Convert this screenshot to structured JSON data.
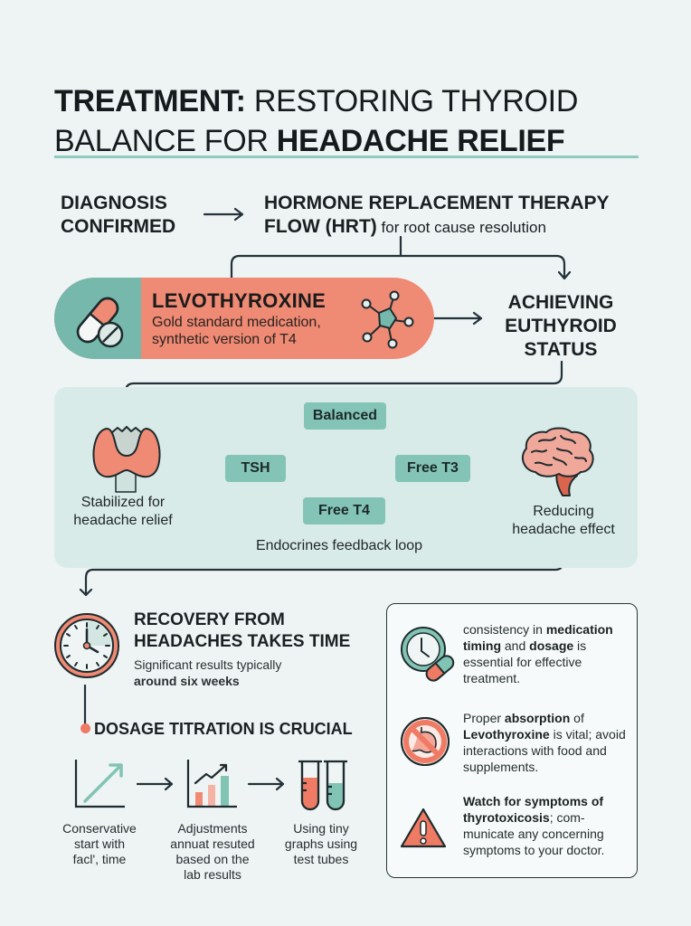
{
  "title": {
    "bold_part_1": "TREATMENT:",
    "regular_part_1": " RESTORING THYROID",
    "regular_part_2": "BALANCE FOR ",
    "bold_part_2": "HEADACHE RELIEF"
  },
  "flow": {
    "diagnosis": {
      "line1": "DIAGNOSIS",
      "line2": "CONFIRMED"
    },
    "hrt": {
      "line1": "HORMONE REPLACEMENT THERAPY",
      "line2_bold": "FLOW (HRT)",
      "line2_regular": " for root cause resolution"
    },
    "medication": {
      "name": "LEVOTHYROXINE",
      "desc_line1": "Gold standard medication,",
      "desc_line2": "synthetic version of T4",
      "icon_left": "pill-capsule-icon",
      "icon_right": "molecule-icon"
    },
    "euthyroid": {
      "line1": "ACHIEVING",
      "line2": "EUTHYROID",
      "line3": "STATUS"
    }
  },
  "feedback_loop": {
    "thyroid_caption_line1": "Stabilized for",
    "thyroid_caption_line2": "headache relief",
    "nodes": {
      "tsh": "TSH",
      "balanced": "Balanced",
      "free_t3": "Free T3",
      "free_t4": "Free T4"
    },
    "loop_caption": "Endocrines feedback loop",
    "brain_caption_line1": "Reducing",
    "brain_caption_line2": "headache effect"
  },
  "recovery": {
    "title_line1": "RECOVERY FROM",
    "title_line2": "HEADACHES TAKES TIME",
    "sub_line1": "Significant results typically",
    "sub_line2_bold": "around six weeks"
  },
  "dosage": {
    "title": "DOSAGE TITRATION IS CRUCIAL",
    "steps": [
      {
        "icon": "line-chart-icon",
        "lines": [
          "Conservative",
          "start with",
          "facl', time"
        ]
      },
      {
        "icon": "bar-chart-icon",
        "lines": [
          "Adjustments",
          "annuat resuted",
          "based on the",
          "lab results"
        ]
      },
      {
        "icon": "test-tubes-icon",
        "lines": [
          "Using tiny",
          "graphs using",
          "test tubes"
        ]
      }
    ]
  },
  "tips": [
    {
      "icon": "clock-pill-icon",
      "parts": [
        {
          "t": "consistency in ",
          "b": false
        },
        {
          "t": "medication timing",
          "b": true
        },
        {
          "t": " and ",
          "b": false
        },
        {
          "t": "dosage",
          "b": true
        },
        {
          "t": " is essential for effective treatment.",
          "b": false
        }
      ]
    },
    {
      "icon": "no-food-icon",
      "parts": [
        {
          "t": "Proper ",
          "b": false
        },
        {
          "t": "absorption",
          "b": true
        },
        {
          "t": " of ",
          "b": false
        },
        {
          "t": "Levothyroxine",
          "b": true
        },
        {
          "t": " is vital; avoid interactions with food and supplements.",
          "b": false
        }
      ]
    },
    {
      "icon": "warning-icon",
      "parts": [
        {
          "t": "Watch for symptoms of thyrotoxicosis",
          "b": true
        },
        {
          "t": "; com-municate any concerning symptoms to your doctor.",
          "b": false
        }
      ]
    }
  ],
  "colors": {
    "background": "#eef4f4",
    "coral": "#ef8a74",
    "teal": "#76b8ab",
    "chip": "#84c4b6",
    "panel": "#d8ebe8",
    "ink": "#1c2426"
  }
}
